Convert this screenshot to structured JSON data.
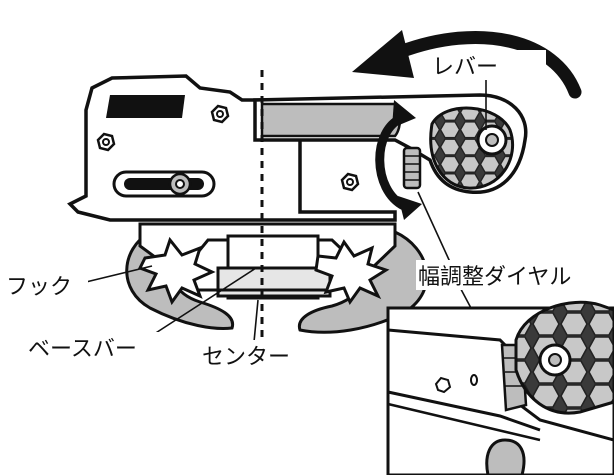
{
  "labels": {
    "lever": "レバー",
    "hook": "フック",
    "base_bar": "ベースバー",
    "center": "センター",
    "width_dial": "幅調整ダイヤル"
  },
  "colors": {
    "outline": "#111111",
    "gray_fill": "#bdbdbd",
    "dark_fill": "#3a3a3a",
    "white": "#ffffff"
  }
}
